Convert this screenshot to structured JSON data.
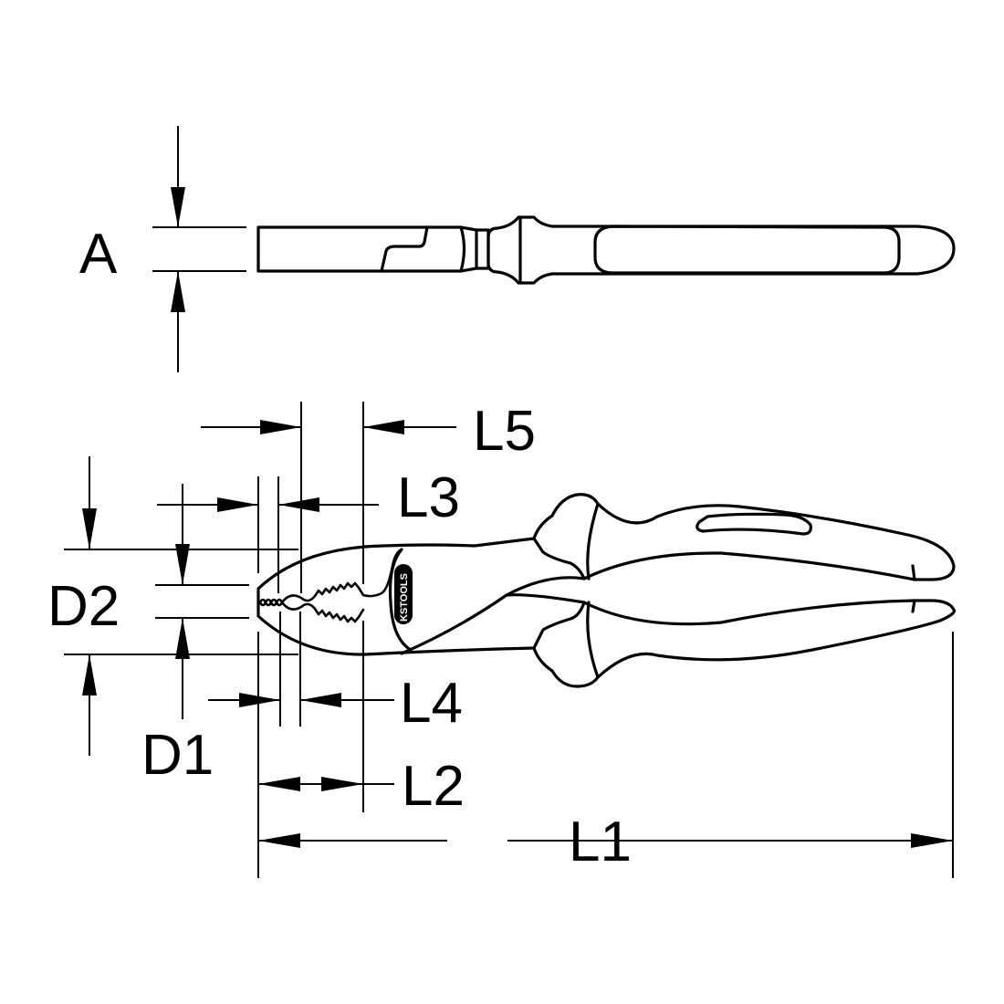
{
  "drawing": {
    "subject": "combination pliers technical dimension drawing",
    "stroke_color": "#000000",
    "background_color": "#ffffff",
    "brand_logo_text": "KSTOOLS",
    "views": [
      "side-view",
      "top-view"
    ]
  },
  "labels": {
    "A": "A",
    "D1": "D1",
    "D2": "D2",
    "L1": "L1",
    "L2": "L2",
    "L3": "L3",
    "L4": "L4",
    "L5": "L5"
  }
}
